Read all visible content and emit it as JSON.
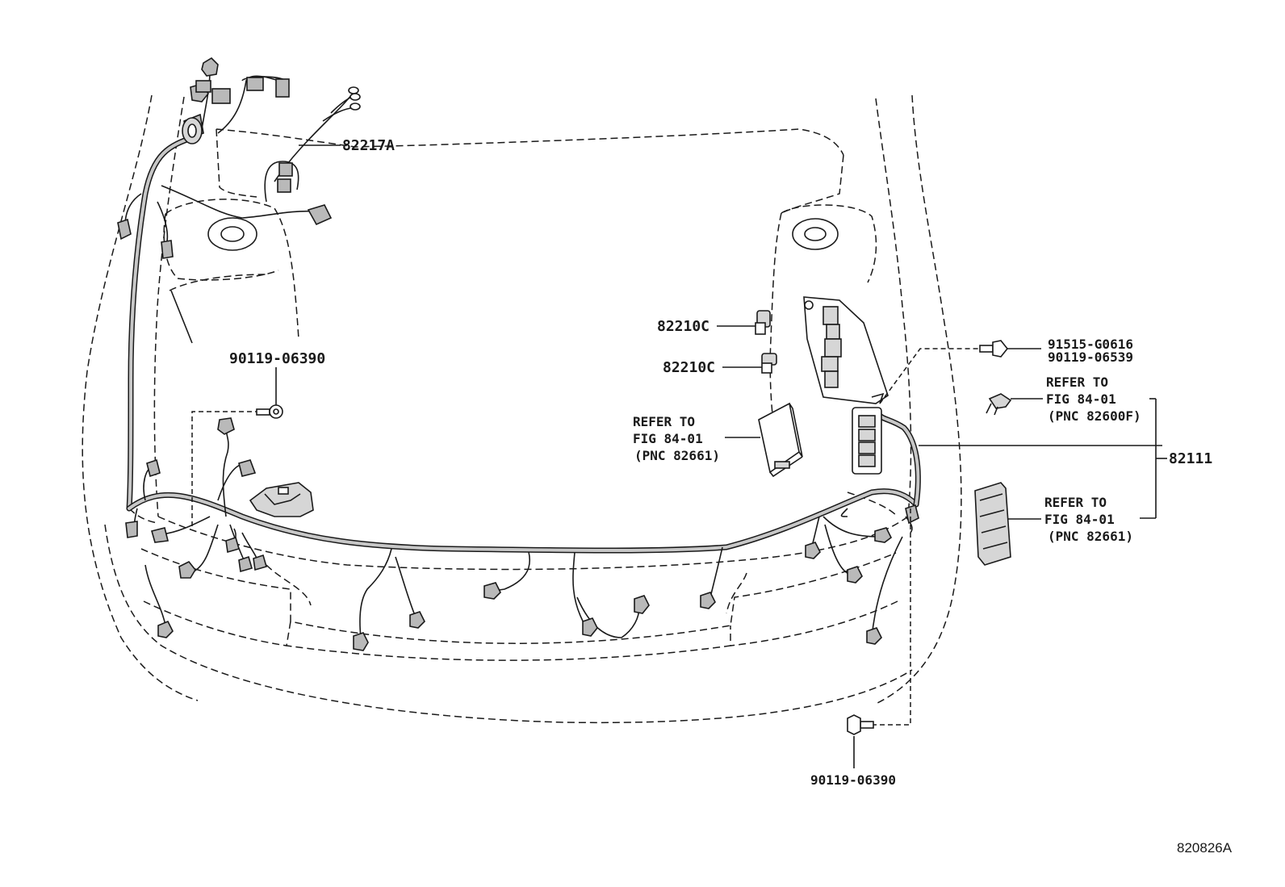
{
  "diagram_id": "820826A",
  "callouts": {
    "harness_ref_top": "82217A",
    "relay_upper": "82210C",
    "relay_lower": "82210C",
    "bolt_left": "90119-06390",
    "bolt_right_bottom": "90119-06390",
    "clip_upper_1": "91515-G0616",
    "clip_upper_2": "90119-06539",
    "main_harness": "82111",
    "ref_center": {
      "line1": "REFER TO",
      "line2": "FIG 84-01",
      "line3": "(PNC 82661)"
    },
    "ref_right_upper": {
      "line1": "REFER TO",
      "line2": "FIG 84-01",
      "line3": "(PNC 82600F)"
    },
    "ref_right_lower": {
      "line1": "REFER TO",
      "line2": "FIG 84-01",
      "line3": "(PNC 82661)"
    }
  }
}
